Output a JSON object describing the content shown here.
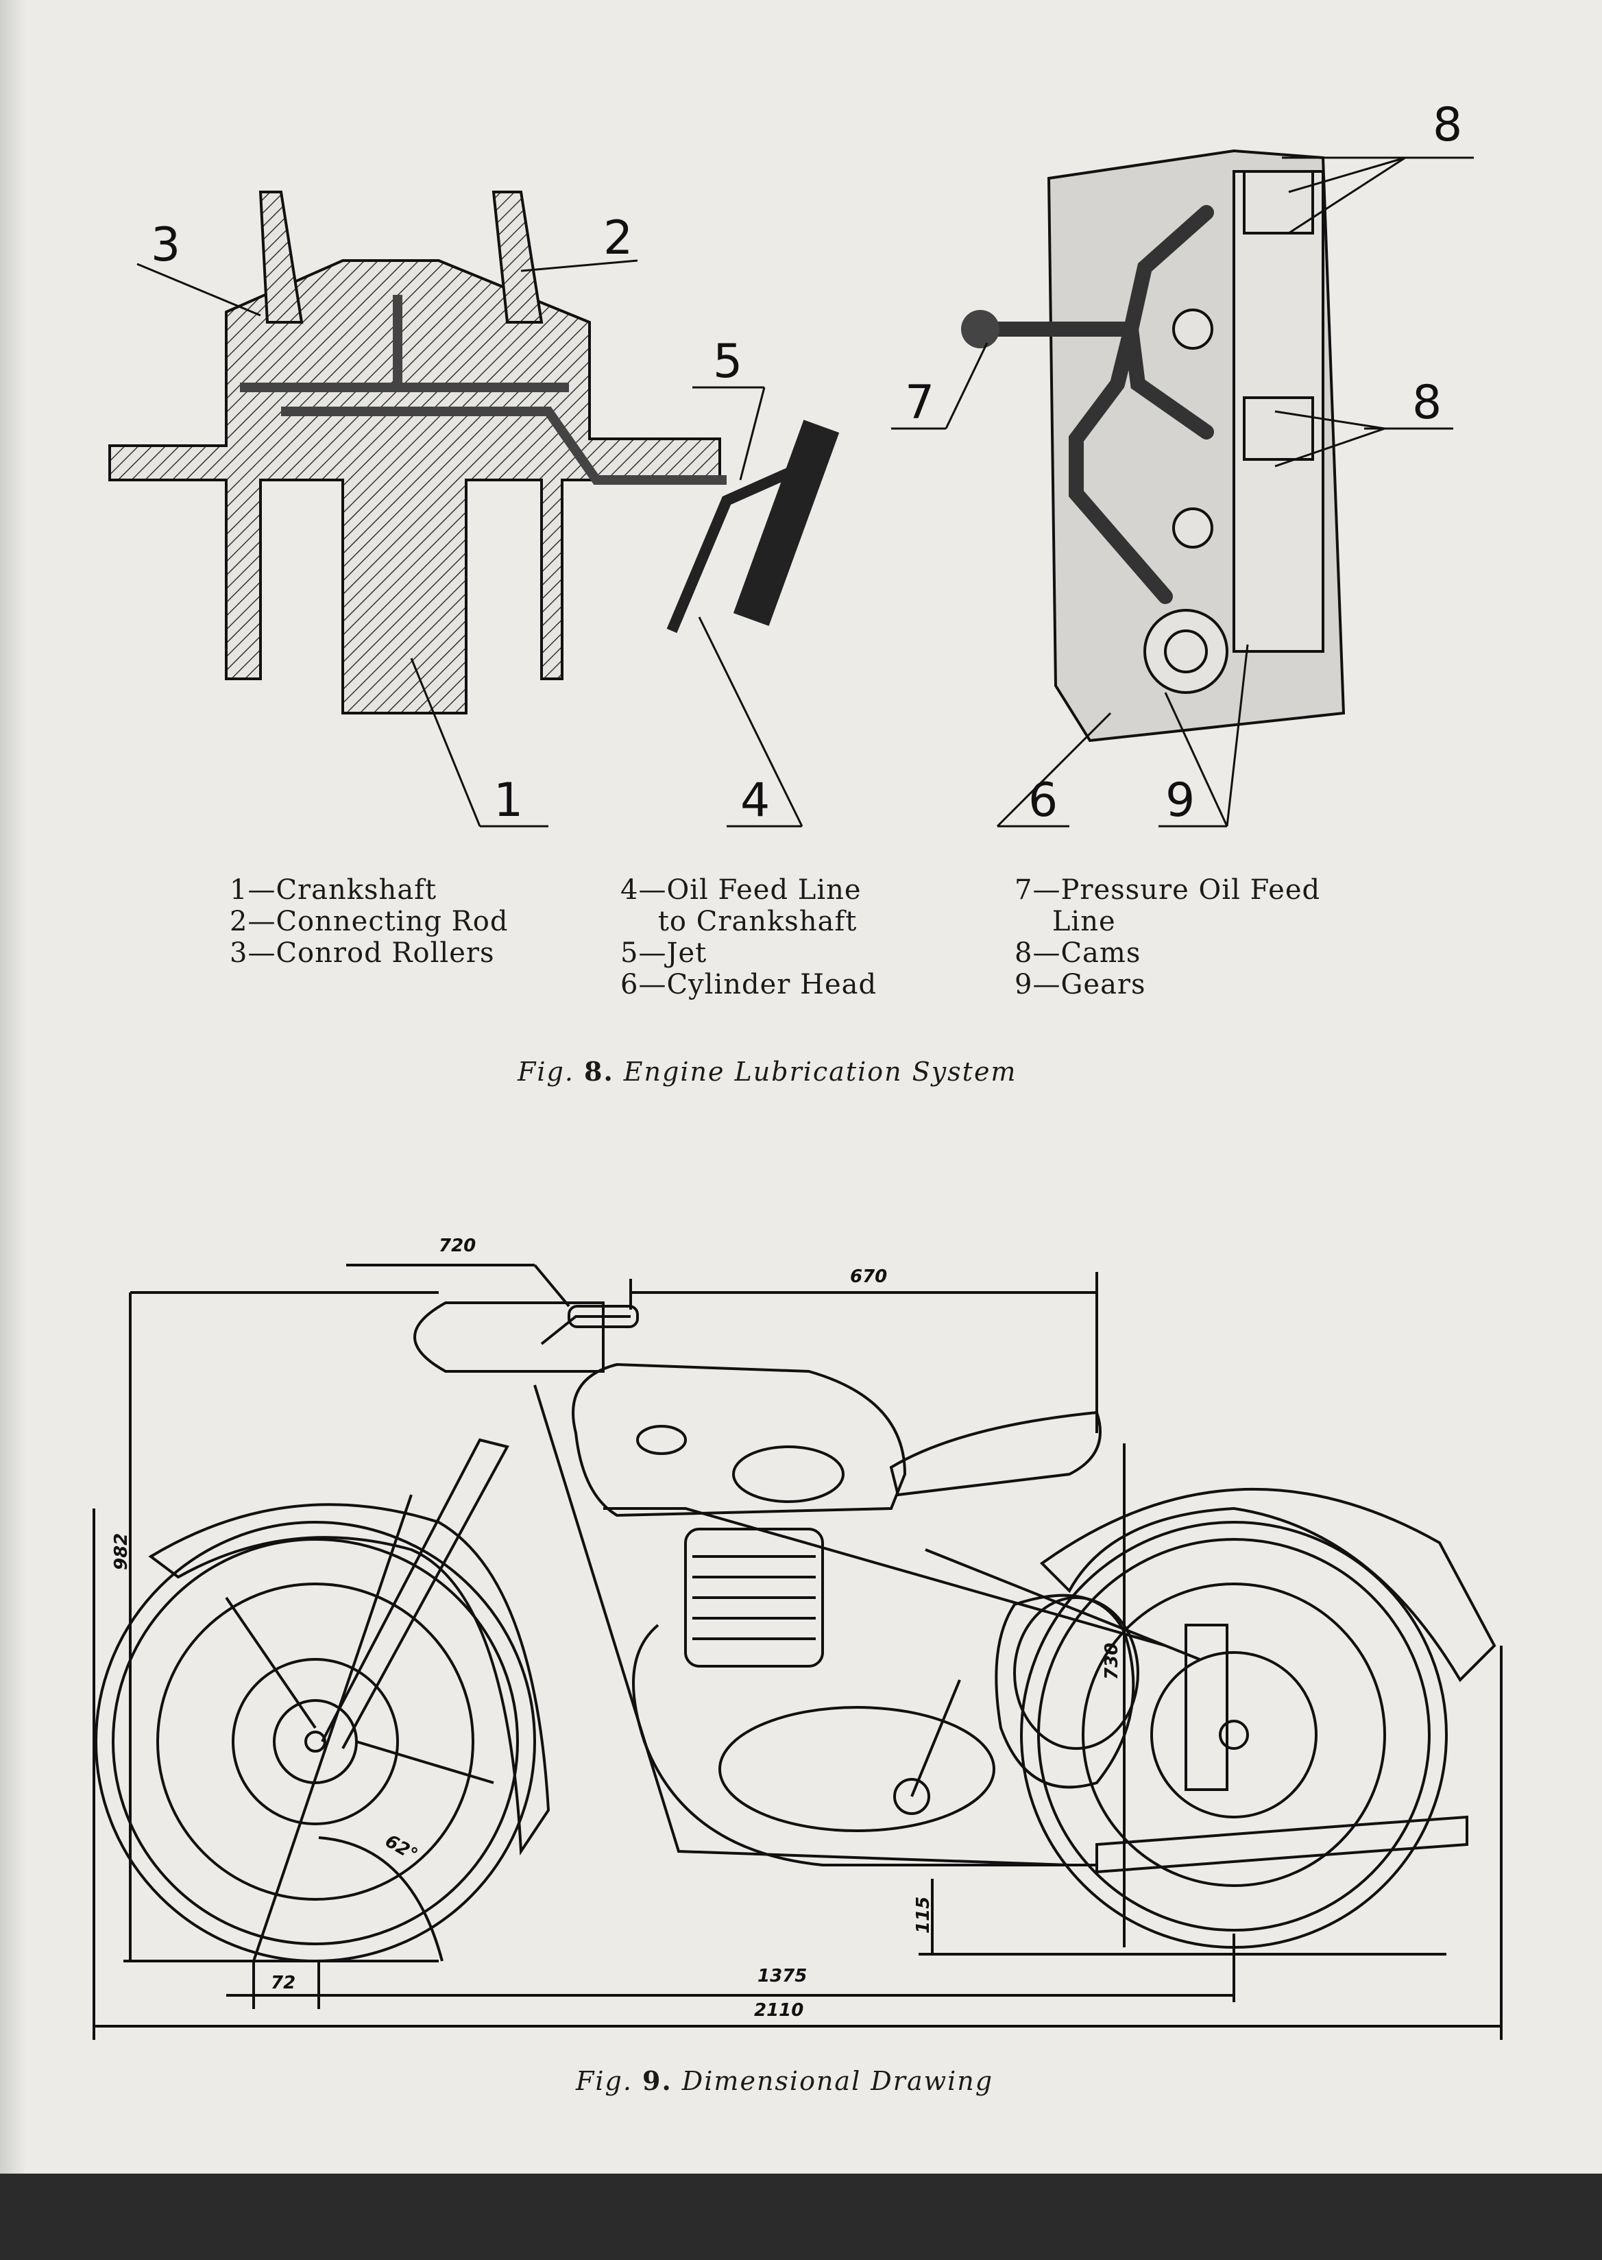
{
  "figure8": {
    "callouts": [
      "1",
      "2",
      "3",
      "4",
      "5",
      "6",
      "7",
      "8",
      "8",
      "9"
    ],
    "legend": {
      "col1": [
        "1—Crankshaft",
        "2—Connecting Rod",
        "3—Conrod Rollers"
      ],
      "col2": [
        "4—Oil Feed Line",
        "    to Crankshaft",
        "5—Jet",
        "6—Cylinder Head"
      ],
      "col3": [
        "7—Pressure Oil Feed",
        "    Line",
        "8—Cams",
        "9—Gears"
      ]
    },
    "caption_prefix": "Fig.",
    "caption_number": "8.",
    "caption_title": "Engine Lubrication System"
  },
  "figure9": {
    "dimensions": {
      "handlebar_width": "720",
      "seat_length": "670",
      "overall_height": "982",
      "seat_height": "730",
      "ground_clearance": "115",
      "steering_angle": "62°",
      "trail": "72",
      "wheelbase": "1375",
      "overall_length": "2110"
    },
    "caption_prefix": "Fig.",
    "caption_number": "9.",
    "caption_title": "Dimensional Drawing"
  }
}
